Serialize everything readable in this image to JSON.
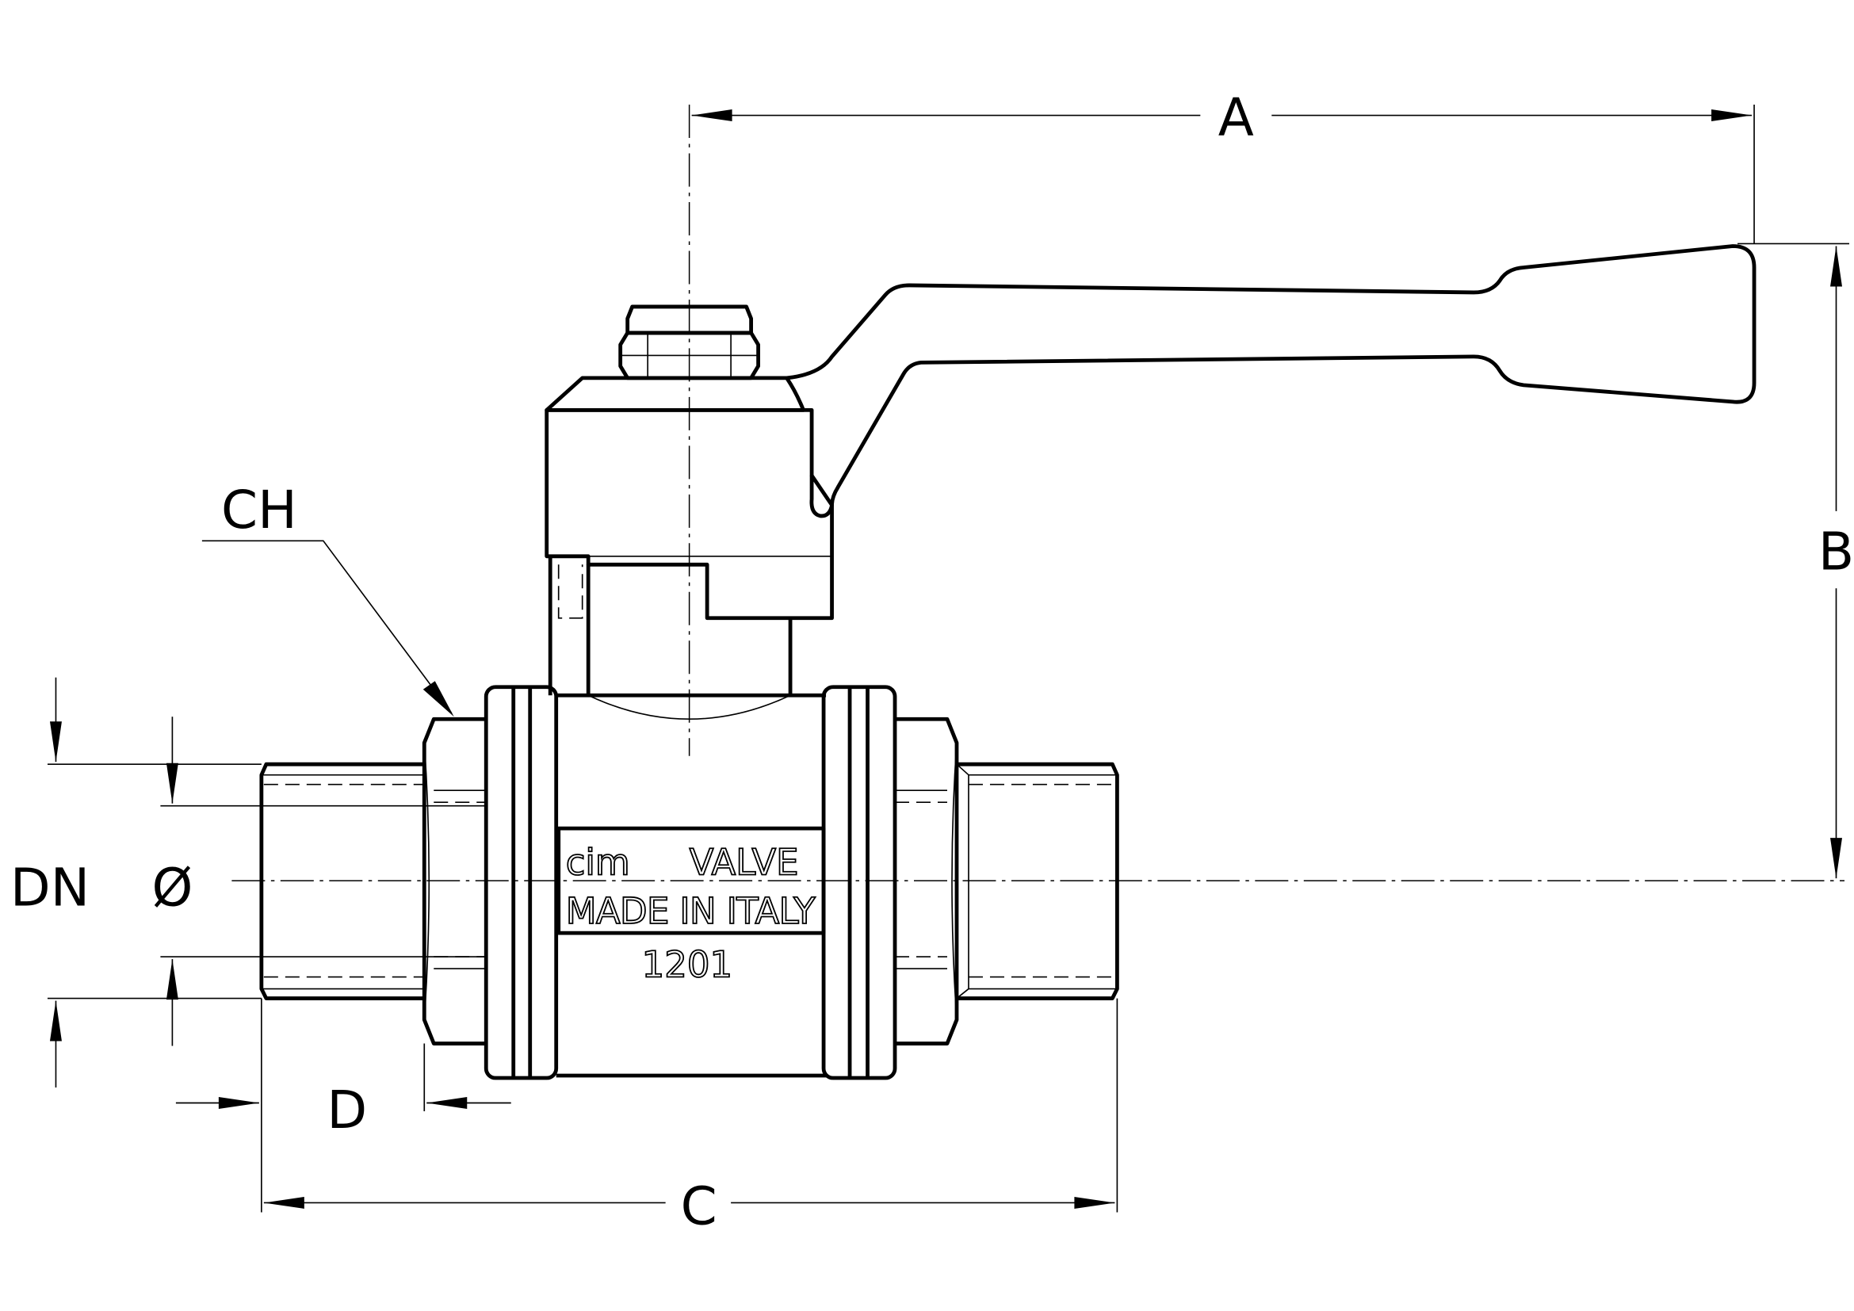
{
  "drawing": {
    "dimensions": {
      "A": "A",
      "B": "B",
      "C": "C",
      "D": "D",
      "DN": "DN",
      "diameter": "Ø",
      "CH": "CH"
    },
    "markings": {
      "brand": "cim",
      "brand_suffix": "VALVE",
      "origin": "MADE IN ITALY",
      "code": "1201"
    }
  },
  "colors": {
    "line": "#000000",
    "background": "#ffffff"
  }
}
